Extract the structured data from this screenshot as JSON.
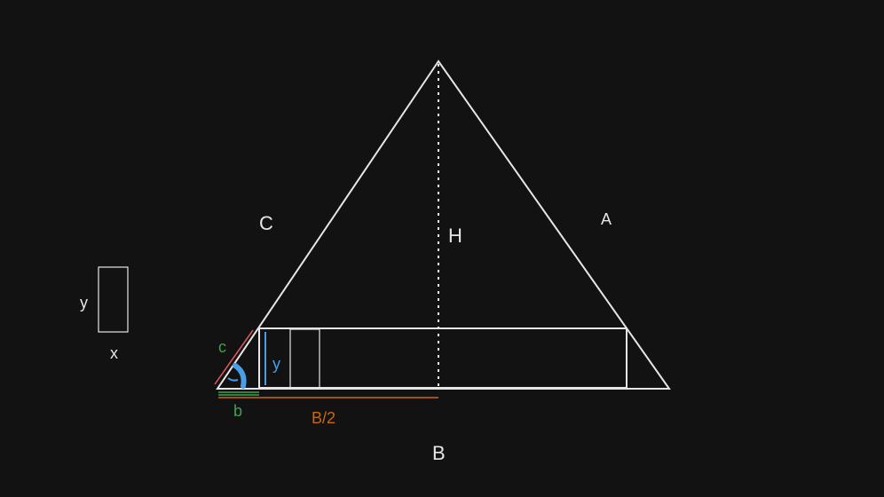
{
  "labels": {
    "side_c_upper": "C",
    "side_a": "A",
    "height": "H",
    "base": "B",
    "half_base": "B/2",
    "small_c": "c",
    "small_b": "b",
    "inner_y": "y",
    "legend_y": "y",
    "legend_x": "x",
    "angle_glyph": "a"
  },
  "colors": {
    "background": "#121212",
    "stroke": "#e6e6e6",
    "green": "#3fa34d",
    "red": "#e05a5a",
    "blue": "#4a9ee8",
    "orange": "#c8680e"
  }
}
